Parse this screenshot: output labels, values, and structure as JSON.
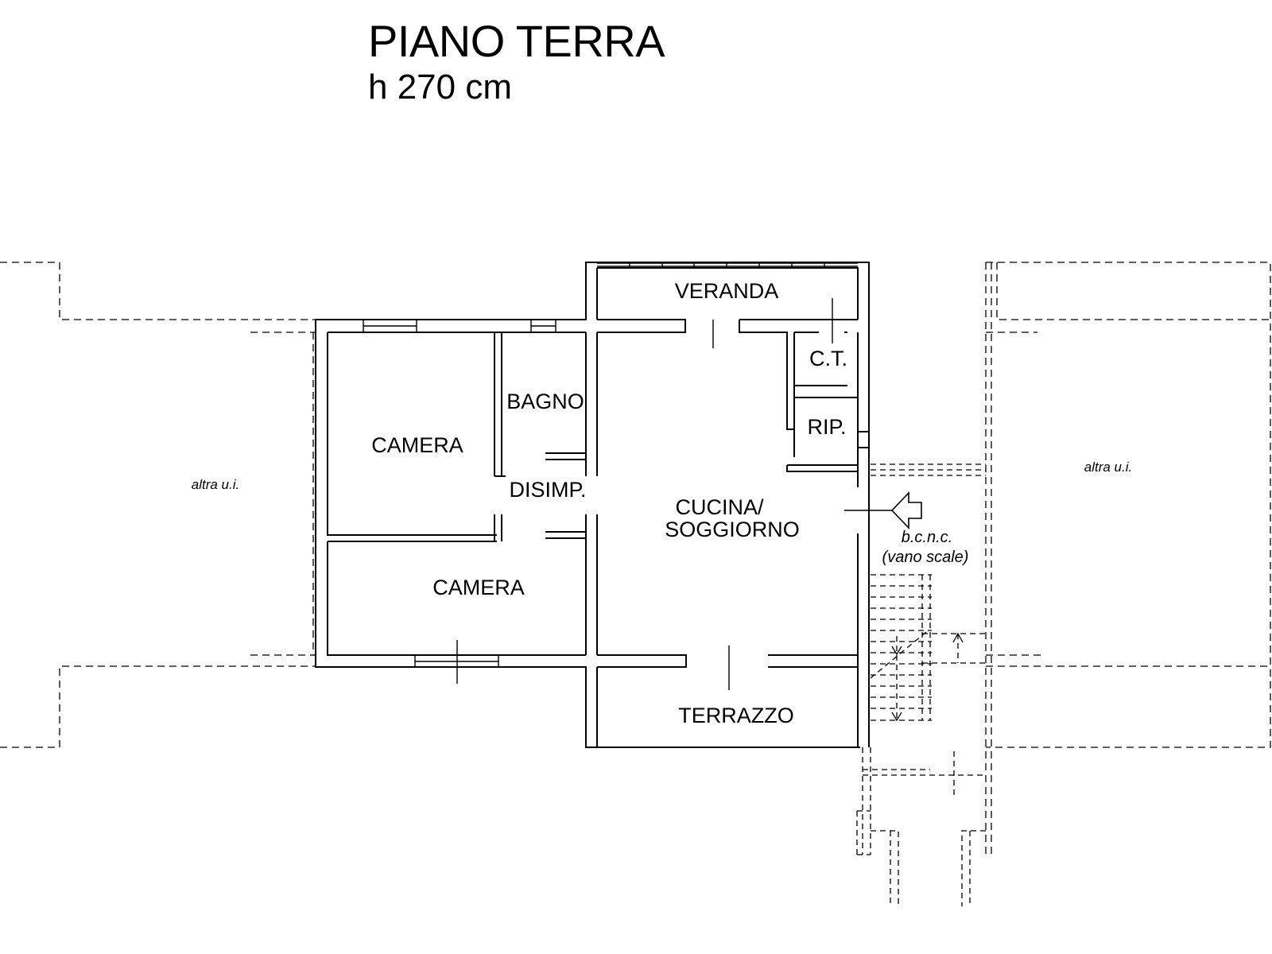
{
  "plan": {
    "title": "PIANO TERRA",
    "height_label": "h 270 cm"
  },
  "rooms": {
    "veranda": "VERANDA",
    "ct": "C.T.",
    "rip": "RIP.",
    "bagno": "BAGNO",
    "camera_top": "CAMERA",
    "disimp": "DISIMP.",
    "cucina_line1": "CUCINA/",
    "cucina_line2": "SOGGIORNO",
    "camera_bottom": "CAMERA",
    "terrazzo": "TERRAZZO"
  },
  "notes": {
    "altra_left": "altra u.i.",
    "altra_right": "altra u.i.",
    "bcnc_line1": "b.c.n.c.",
    "bcnc_line2": "(vano scale)"
  },
  "colors": {
    "ink": "#000000",
    "background": "#ffffff"
  }
}
